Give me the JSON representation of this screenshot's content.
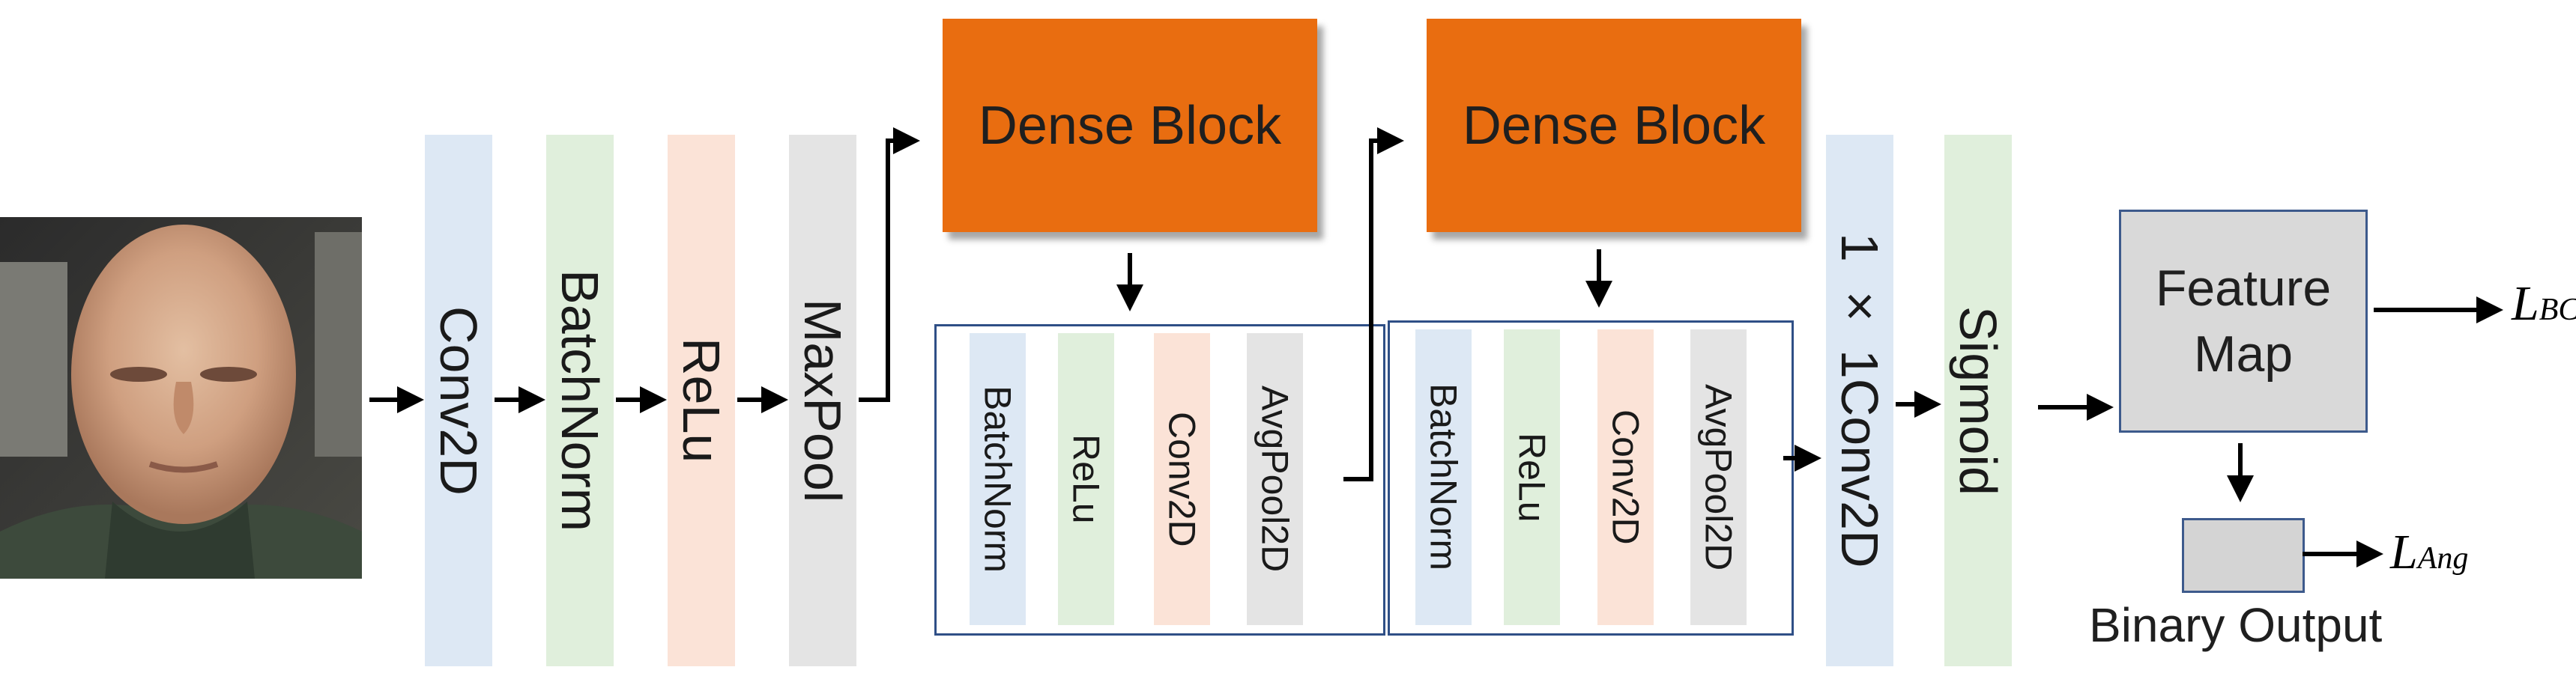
{
  "input": {
    "image": "face-photo"
  },
  "stem_layers": [
    {
      "label": "Conv2D",
      "color": "#dde8f4"
    },
    {
      "label": "BatchNorm",
      "color": "#e0efdc"
    },
    {
      "label": "ReLu",
      "color": "#fbe3d7"
    },
    {
      "label": "MaxPool",
      "color": "#e4e4e4"
    }
  ],
  "dense_blocks": [
    {
      "label": "Dense Block",
      "color": "#e96d10"
    },
    {
      "label": "Dense Block",
      "color": "#e96d10"
    }
  ],
  "transition_blocks": [
    {
      "layers": [
        {
          "label": "BatchNorm",
          "color": "#dde8f4"
        },
        {
          "label": "ReLu",
          "color": "#e0efdc"
        },
        {
          "label": "Conv2D",
          "color": "#fbe3d7"
        },
        {
          "label": "AvgPool2D",
          "color": "#e4e4e4"
        }
      ]
    },
    {
      "layers": [
        {
          "label": "BatchNorm",
          "color": "#dde8f4"
        },
        {
          "label": "ReLu",
          "color": "#e0efdc"
        },
        {
          "label": "Conv2D",
          "color": "#fbe3d7"
        },
        {
          "label": "AvgPool2D",
          "color": "#e4e4e4"
        }
      ]
    }
  ],
  "head_layers": [
    {
      "label": "1 × 1Conv2D",
      "color": "#dde8f4"
    },
    {
      "label": "Sigmoid",
      "color": "#e0efdc"
    }
  ],
  "feature_map": {
    "line1": "Feature",
    "line2": "Map"
  },
  "binary_output": {
    "label": "Binary Output"
  },
  "losses": {
    "bce": {
      "symbol": "L",
      "subscript": "BCE"
    },
    "ang": {
      "symbol": "L",
      "subscript": "Ang"
    }
  }
}
